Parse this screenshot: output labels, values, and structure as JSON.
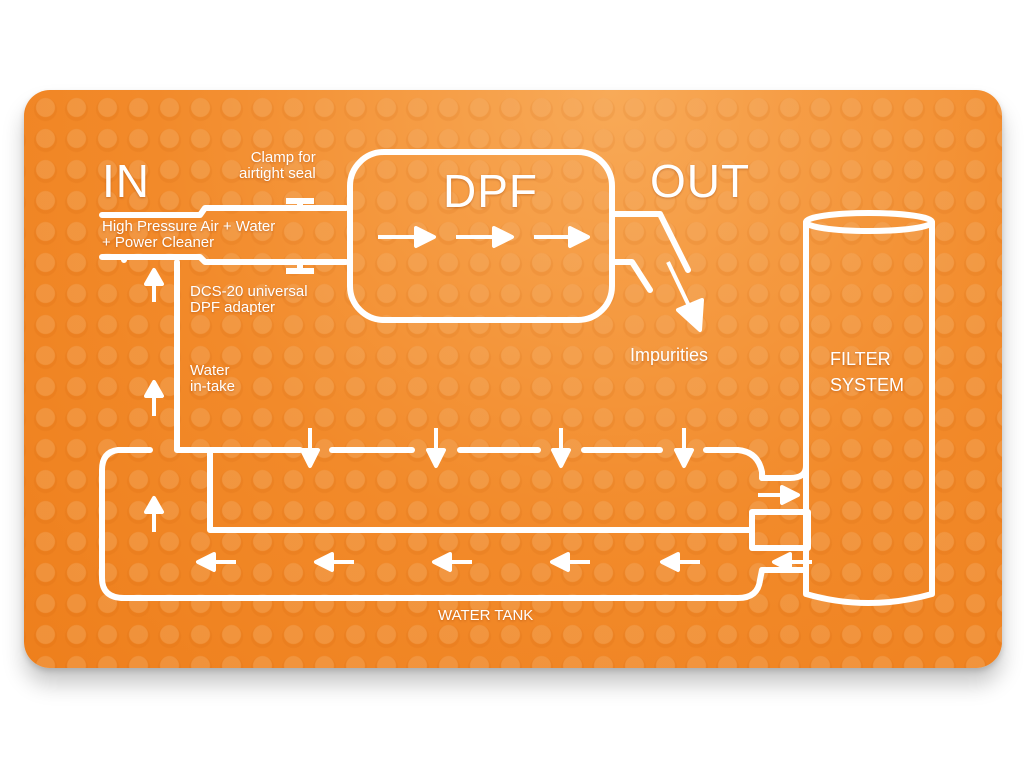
{
  "diagram": {
    "labels": {
      "in": "IN",
      "out": "OUT",
      "dpf": "DPF",
      "clamp": "Clamp for\nairtight seal",
      "high_pressure": "High Pressure Air + Water\n+ Power Cleaner",
      "adapter": "DCS-20 universal\nDPF adapter",
      "water_intake": "Water\nin-take",
      "impurities": "Impurities",
      "filter_system": "FILTER\nSYSTEM",
      "water_tank": "WATER TANK"
    },
    "colors": {
      "background": "#f28a2a",
      "line": "#ffffff"
    },
    "icons": [
      "arrow-right-icon",
      "arrow-left-icon",
      "arrow-up-icon",
      "arrow-down-icon",
      "clamp-icon"
    ]
  }
}
